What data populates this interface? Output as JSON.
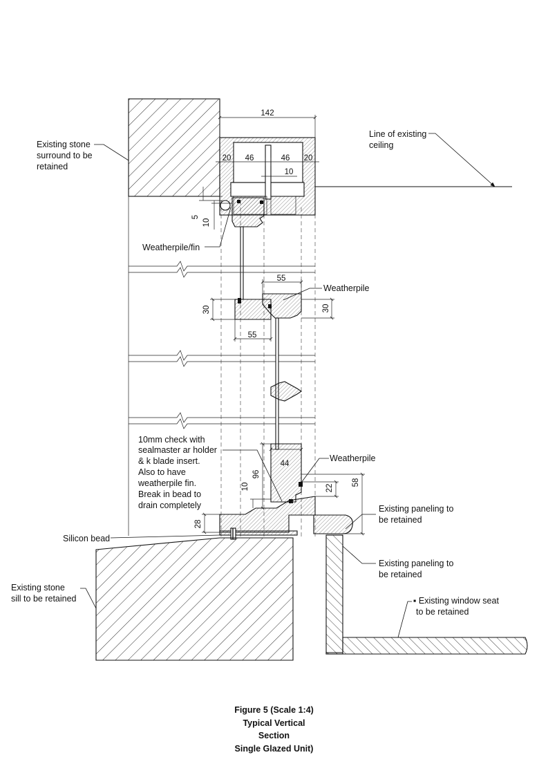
{
  "labels": {
    "stone_surround": [
      "Existing stone",
      "surround to be",
      "retained"
    ],
    "ceiling": [
      "Line of existing",
      "ceiling"
    ],
    "weatherpile_fin": "Weatherpile/fin",
    "weatherpile_mid": "Weatherpile",
    "weatherpile_low": "Weatherpile",
    "check_note": [
      "10mm check with",
      "sealmaster ar holder",
      "& k blade insert.",
      "Also to have",
      "weatherpile fin.",
      "Break in bead to",
      "drain completely"
    ],
    "silicon": "Silicon bead",
    "stone_sill": [
      "Existing stone",
      "sill to be retained"
    ],
    "paneling_1": [
      "Existing paneling to",
      "be retained"
    ],
    "paneling_2": [
      "Existing paneling to",
      "be retained"
    ],
    "window_seat": [
      "▪ Existing window seat",
      "to be retained"
    ]
  },
  "dimensions": {
    "head_width": "142",
    "left_20": "20",
    "left_46": "46",
    "right_46": "46",
    "right_20": "20",
    "gap_10": "10",
    "head_5": "5",
    "head_10": "10",
    "meet_top_55": "55",
    "meet_bot_55": "55",
    "meet_left_30": "30",
    "meet_right_30": "30",
    "sill_44": "44",
    "sill_96": "96",
    "sill_10": "10",
    "sill_22": "22",
    "sill_58": "58",
    "sill_28": "28"
  },
  "caption": {
    "line1": "Figure 5 (Scale 1:4)",
    "line2": "Typical Vertical",
    "line3": "Section",
    "line4": "Single Glazed Unit)"
  }
}
